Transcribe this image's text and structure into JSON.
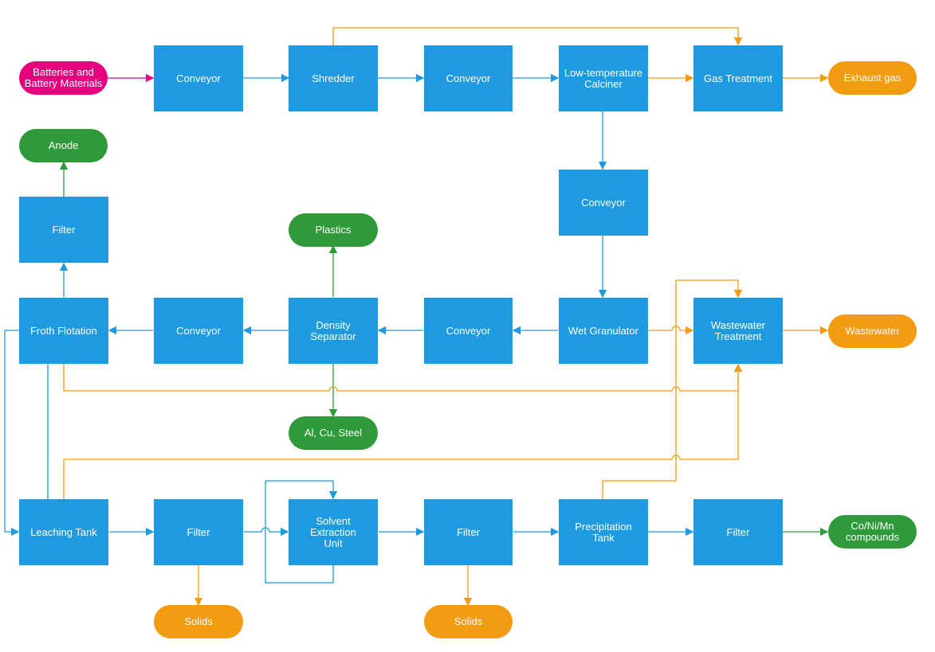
{
  "diagram": {
    "title": "",
    "nodes": {
      "batteries": "Batteries and\nBattery Materials",
      "conveyor1": "Conveyor",
      "shredder": "Shredder",
      "conveyor2": "Conveyor",
      "calciner": "Low-temperature\nCalciner",
      "gas_treatment": "Gas Treatment",
      "exhaust_gas": "Exhaust gas",
      "anode": "Anode",
      "filter_top": "Filter",
      "conveyor3": "Conveyor",
      "plastics": "Plastics",
      "froth_flotation": "Froth Flotation",
      "conveyor4": "Conveyor",
      "density_separator": "Density Separator",
      "conveyor5": "Conveyor",
      "wet_granulator": "Wet Granulator",
      "wastewater_treatment": "Wastewater\nTreatment",
      "wastewater": "Wastewater",
      "al_cu_steel": "Al, Cu, Steel",
      "leaching_tank": "Leaching Tank",
      "filter_a": "Filter",
      "solvent_extraction": "Solvent Extraction\nUnit",
      "filter_b": "Filter",
      "precipitation_tank": "Precipitation Tank",
      "filter_c": "Filter",
      "co_ni_mn": "Co/Ni/Mn\ncompounds",
      "solids_a": "Solids",
      "solids_b": "Solids"
    },
    "colors": {
      "process": "#1e9be0",
      "input": "#e6007e",
      "waste_stream": "#f39c12",
      "product": "#2e9a3a",
      "flow_main": "#1e9be0",
      "flow_waste": "#f39c12",
      "flow_input": "#e6007e",
      "flow_product": "#2e9a3a"
    }
  }
}
